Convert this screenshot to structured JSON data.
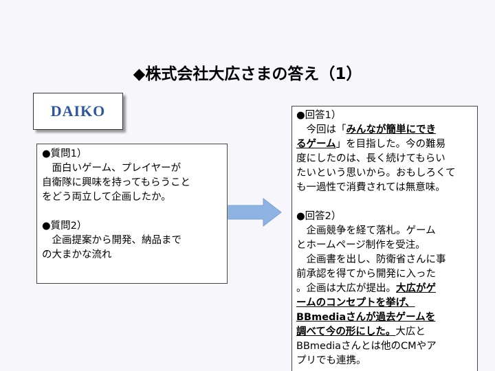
{
  "title": "◆株式会社大広さまの答え（1）",
  "logo": "DAIKO",
  "arrow_color": "#8db3e2",
  "questions": [
    [
      {
        "t": "●質問1）"
      }
    ],
    [
      {
        "t": "　面白いゲーム、プレイヤーが"
      }
    ],
    [
      {
        "t": "自衛隊に興味を持ってもらうこと"
      }
    ],
    [
      {
        "t": "をどう両立して企画したか。"
      }
    ],
    [
      {
        "t": ""
      }
    ],
    [
      {
        "t": "●質問2）"
      }
    ],
    [
      {
        "t": "　企画提案から開発、納品まで"
      }
    ],
    [
      {
        "t": "の大まかな流れ"
      }
    ]
  ],
  "answers": [
    [
      {
        "t": "●回答1）"
      }
    ],
    [
      {
        "t": "　今回は「"
      },
      {
        "t": "みんなが簡単にでき",
        "u": 1,
        "b": 1
      }
    ],
    [
      {
        "t": "るゲーム",
        "u": 1,
        "b": 1
      },
      {
        "t": "」を目指した。今の難易"
      }
    ],
    [
      {
        "t": "度にしたのは、長く続けてもらい"
      }
    ],
    [
      {
        "t": "たいという思いから。おもしろくて"
      }
    ],
    [
      {
        "t": "も一過性で消費されては無意味。"
      }
    ],
    [
      {
        "t": ""
      }
    ],
    [
      {
        "t": "●回答2）"
      }
    ],
    [
      {
        "t": "　企画競争を経て落札。ゲーム"
      }
    ],
    [
      {
        "t": "とホームページ制作を受注。"
      }
    ],
    [
      {
        "t": "　企画書を出し、防衛省さんに事"
      }
    ],
    [
      {
        "t": "前承認を得てから開発に入った"
      }
    ],
    [
      {
        "t": "。企画は大広が提出。"
      },
      {
        "t": "大広がゲ",
        "u": 1,
        "b": 1
      }
    ],
    [
      {
        "t": "ームのコンセプトを挙げ、",
        "u": 1,
        "b": 1
      }
    ],
    [
      {
        "t": "BBmediaさんが過去ゲームを",
        "u": 1,
        "b": 1
      }
    ],
    [
      {
        "t": "調べて今の形にした。",
        "u": 1,
        "b": 1
      },
      {
        "t": "大広と"
      }
    ],
    [
      {
        "t": "BBmediaさんとは他のCMやア"
      }
    ],
    [
      {
        "t": "プリでも連携。"
      }
    ]
  ]
}
